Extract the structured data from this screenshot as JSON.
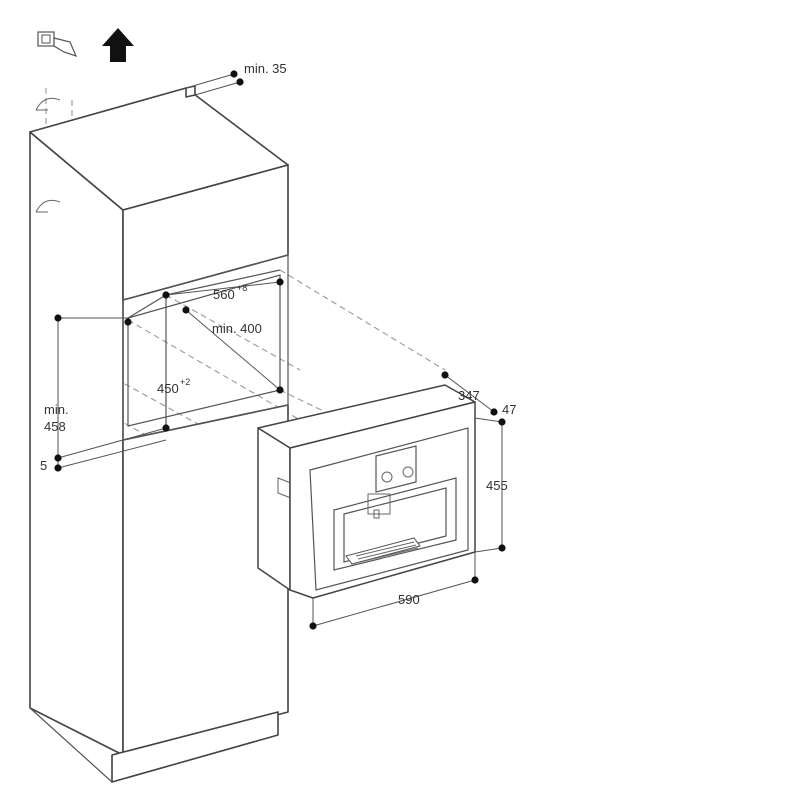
{
  "diagram": {
    "dimensions": {
      "top_clearance": "min. 35",
      "niche_width": "560",
      "niche_width_tol": "+8",
      "niche_depth": "min. 400",
      "niche_height": "450",
      "niche_height_tol": "+2",
      "side_clearance_label": "min.",
      "side_clearance_value": "458",
      "bottom_gap": "5",
      "appliance_depth": "347",
      "front_depth": "47",
      "appliance_height": "455",
      "appliance_width": "590"
    },
    "icons": [
      "ventilation-icon",
      "airflow-arrow-icon",
      "hinge-icon"
    ],
    "colors": {
      "line": "#444444",
      "dash": "#999999",
      "dot": "#111111"
    }
  }
}
